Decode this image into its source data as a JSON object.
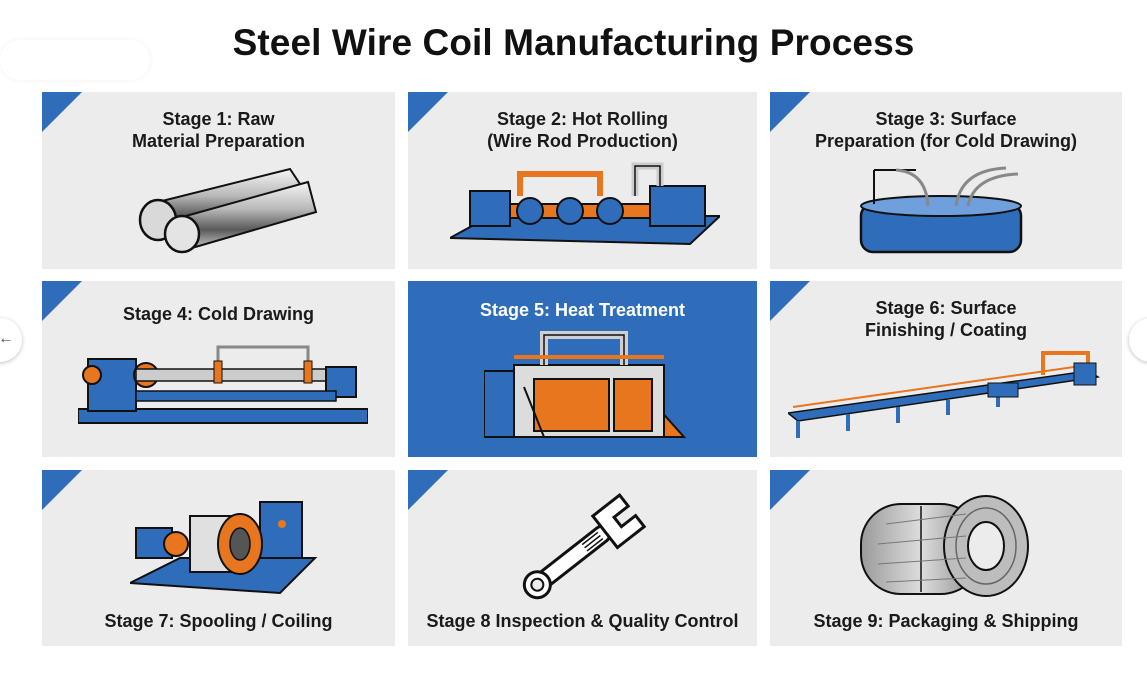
{
  "title": "Steel Wire Coil Manufacturing Process",
  "stages": [
    {
      "line1": "Stage 1: Raw",
      "line2": "Material Preparation",
      "icon": "steel-bars-icon"
    },
    {
      "line1": "Stage 2: Hot Rolling",
      "line2": "(Wire Rod Production)",
      "icon": "rolling-mill-icon"
    },
    {
      "line1": "Stage 3: Surface",
      "line2": "Preparation (for Cold Drawing)",
      "icon": "pickling-tank-icon"
    },
    {
      "line1": "Stage 4: Cold Drawing",
      "line2": "",
      "icon": "drawing-machine-icon"
    },
    {
      "line1": "Stage 5: Heat Treatment",
      "line2": "",
      "icon": "furnace-icon"
    },
    {
      "line1": "Stage 6: Surface",
      "line2": "Finishing / Coating",
      "icon": "coating-line-icon"
    },
    {
      "line1": "Stage 7: Spooling / Coiling",
      "line2": "",
      "icon": "spooling-machine-icon"
    },
    {
      "line1": "Stage 8 Inspection & Quality Control",
      "line2": "",
      "icon": "wrench-icon"
    },
    {
      "line1": "Stage 9: Packaging & Shipping",
      "line2": "",
      "icon": "wire-coil-icon"
    }
  ],
  "colors": {
    "accent": "#2f6dba",
    "orange": "#e8761e",
    "card": "#ececec"
  },
  "nav": {
    "left_arrow": "←"
  }
}
